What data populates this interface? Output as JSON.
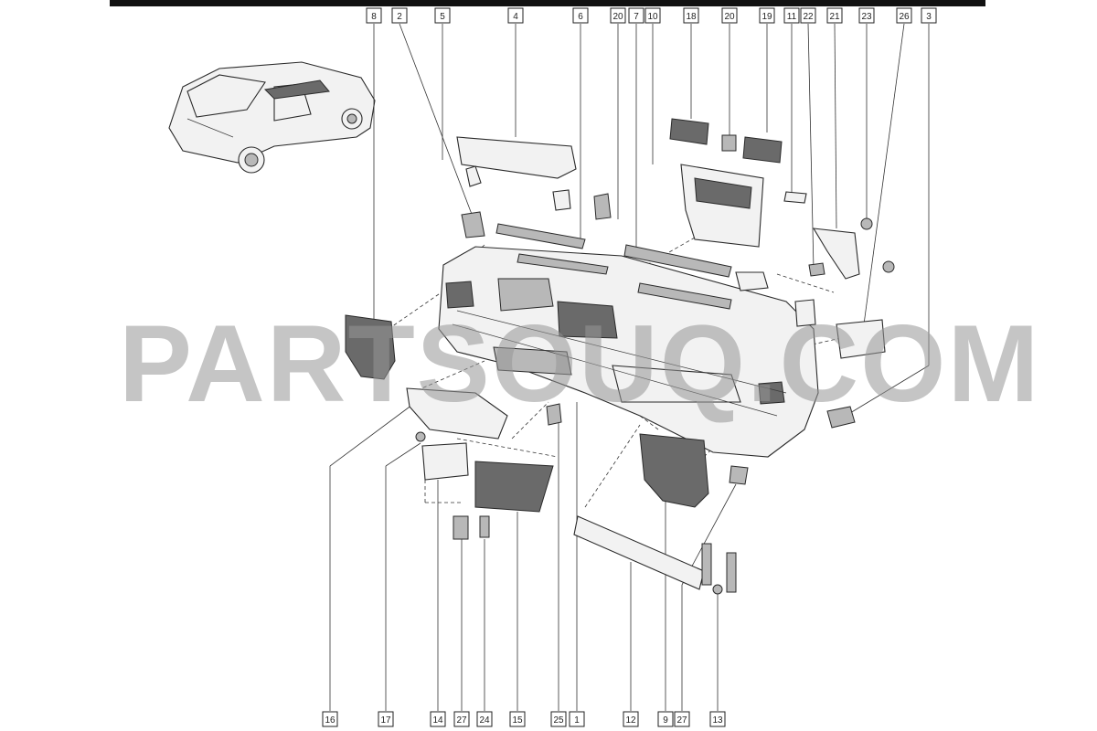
{
  "watermark": "PARTSOUQ.COM",
  "callouts_top": [
    "8",
    "2",
    "5",
    "4",
    "6",
    "20",
    "7",
    "10",
    "18",
    "20",
    "19",
    "11",
    "22",
    "21",
    "23",
    "26",
    "3"
  ],
  "callouts_bottom": [
    "16",
    "17",
    "14",
    "27",
    "24",
    "15",
    "25",
    "1",
    "12",
    "9",
    "27",
    "13"
  ],
  "colors": {
    "ink": "#222222",
    "topbar": "#111111",
    "watermark": "#969696"
  }
}
